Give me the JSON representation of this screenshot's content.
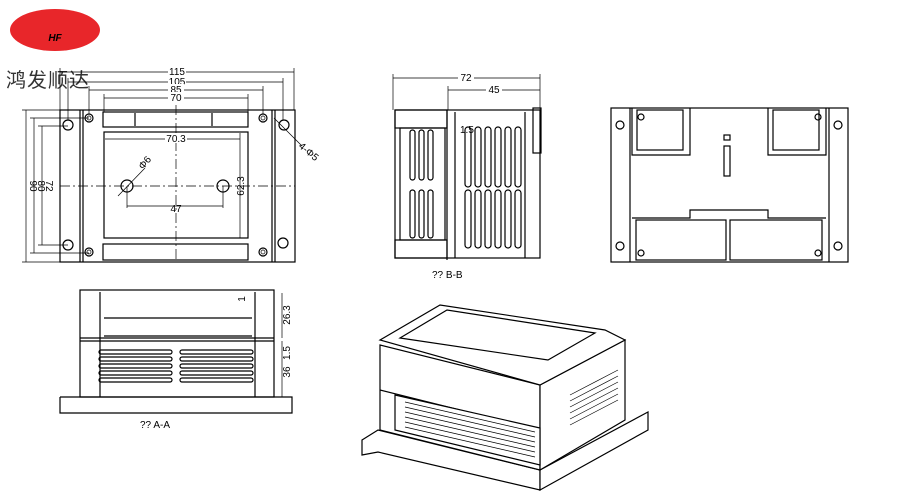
{
  "logo": {
    "text": "HF",
    "color": "#e8262a"
  },
  "brand": "鸿发顺达",
  "front": {
    "d115": "115",
    "d105": "105",
    "d85": "85",
    "d70": "70",
    "d703": "70.3",
    "d623": "62.3",
    "d47": "47",
    "hole": "Φ6",
    "holes": "4-Φ5",
    "v90": "90",
    "v80": "80",
    "v72": "72"
  },
  "side": {
    "d72": "72",
    "d45": "45",
    "d15": "1.5",
    "caption": "?? B-B"
  },
  "section": {
    "d1": "1",
    "d263": "26.3",
    "d15": "1.5",
    "d36": "36",
    "caption": "?? A-A"
  }
}
